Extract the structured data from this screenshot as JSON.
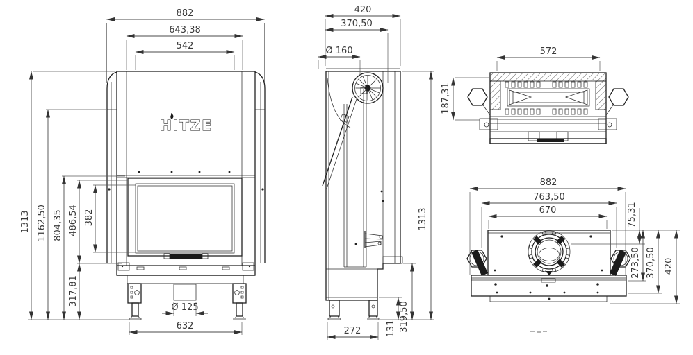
{
  "drawing": {
    "brand": "HITZE",
    "dims": {
      "front_total_width": "882",
      "front_frame_width": "643,38",
      "front_glass_width": "542",
      "front_total_height": "1313",
      "front_upper_height": "1162,50",
      "front_door_top_height": "804,35",
      "front_door_height": "486,54",
      "front_glass_height": "382",
      "front_base_height": "317,81",
      "front_base_width": "632",
      "front_inlet_diameter": "Ø 125",
      "side_total_depth": "420",
      "side_body_depth": "370,50",
      "side_flue_diameter": "Ø 160",
      "side_total_height": "1313",
      "side_feet_depth": "272",
      "side_rear_clearance": "131",
      "side_outlet_height": "319,50",
      "top_inner_width": "572",
      "top_chamber_depth": "187,31",
      "rear_total_width": "882",
      "rear_handle_span": "763,50",
      "rear_body_width": "670",
      "rear_flue_offset": "75,31",
      "rear_depth_a": "273,50",
      "rear_depth_b": "370,50",
      "rear_depth_c": "420"
    }
  }
}
